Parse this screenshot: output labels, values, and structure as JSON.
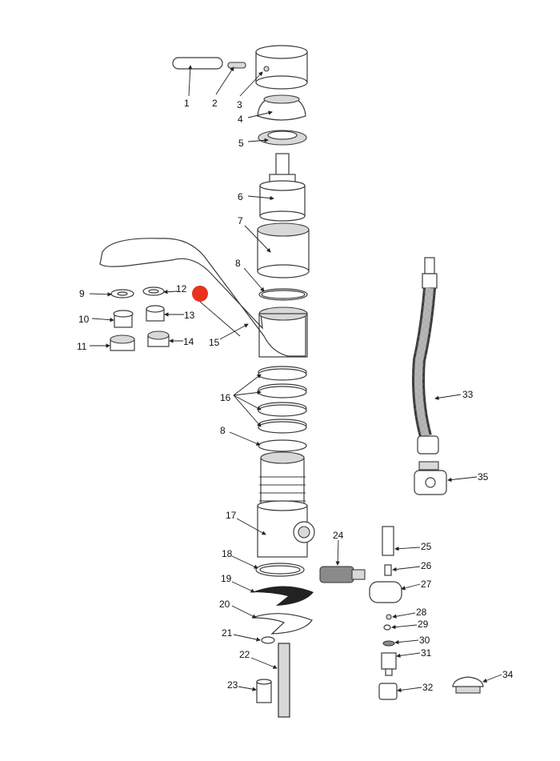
{
  "labels": [
    "1",
    "2",
    "3",
    "4",
    "5",
    "6",
    "7",
    "8",
    "9",
    "12",
    "10",
    "13",
    "11",
    "14",
    "15",
    "16",
    "8",
    "17",
    "18",
    "19",
    "20",
    "21",
    "22",
    "23",
    "24",
    "25",
    "26",
    "27",
    "28",
    "29",
    "30",
    "31",
    "32",
    "33",
    "34",
    "35"
  ],
  "marker_color": "#e8321e"
}
